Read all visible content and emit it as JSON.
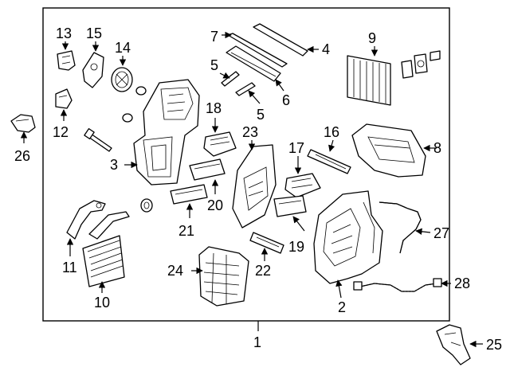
{
  "diagram": {
    "callouts": {
      "c1": "1",
      "c2": "2",
      "c3": "3",
      "c4": "4",
      "c5a": "5",
      "c5b": "5",
      "c6": "6",
      "c7": "7",
      "c8": "8",
      "c9": "9",
      "c10": "10",
      "c11": "11",
      "c12": "12",
      "c13": "13",
      "c14": "14",
      "c15": "15",
      "c16": "16",
      "c17": "17",
      "c18": "18",
      "c19": "19",
      "c20": "20",
      "c21": "21",
      "c22": "22",
      "c23": "23",
      "c24": "24",
      "c25": "25",
      "c26": "26",
      "c27": "27",
      "c28": "28"
    },
    "colors": {
      "line": "#000000",
      "background": "#ffffff"
    }
  }
}
